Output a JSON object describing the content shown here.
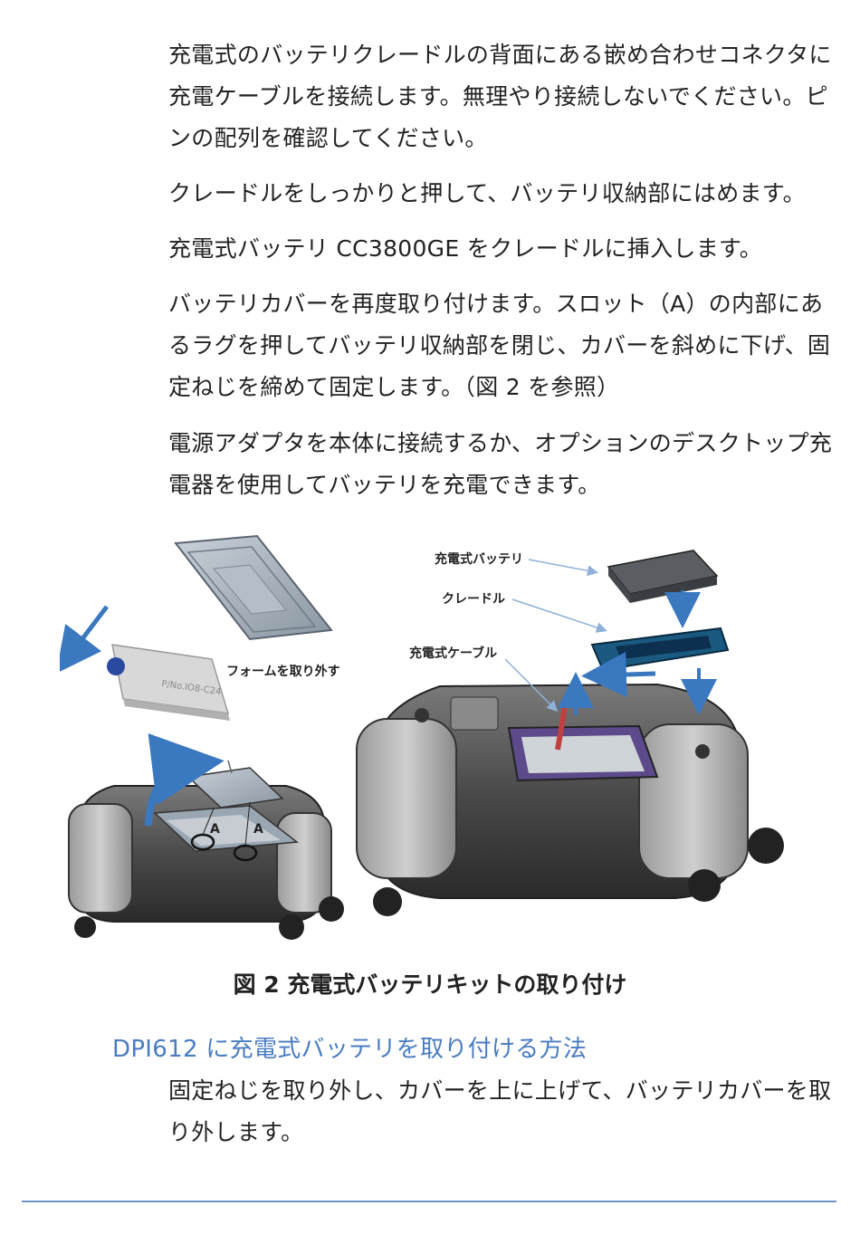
{
  "paragraphs": [
    "充電式のバッテリクレードルの背面にある嵌め合わせコネクタに充電ケーブルを接続します。無理やり接続しないでください。ピンの配列を確認してください。",
    "クレードルをしっかりと押して、バッテリ収納部にはめます。",
    "充電式バッテリ CC3800GE をクレードルに挿入します。",
    "バッテリカバーを再度取り付けます。スロット（A）の内部にあるラグを押してバッテリ収納部を閉じ、カバーを斜めに下げ、固定ねじを締めて固定します。（図 2 を参照）",
    "電源アダプタを本体に接続するか、オプションのデスクトップ充電器を使用してバッテリを充電できます。"
  ],
  "figure": {
    "labels": {
      "battery": "充電式バッテリ",
      "cradle": "クレードル",
      "cable": "充電式ケーブル",
      "remove_foam": "フォームを取り外す",
      "slot_a_left": "A",
      "slot_a_right": "A"
    },
    "foam_text": "P/No.IO8-C24",
    "caption": "図 2 充電式バッテリキットの取り付け"
  },
  "section": {
    "heading": "DPI612 に充電式バッテリを取り付ける方法",
    "paragraph": "固定ねじを取り外し、カバーを上に上げて、バッテリカバーを取り外します。"
  },
  "colors": {
    "heading": "#4a7cc0",
    "arrow": "#3a78c0",
    "rule": "#6f94c4"
  }
}
